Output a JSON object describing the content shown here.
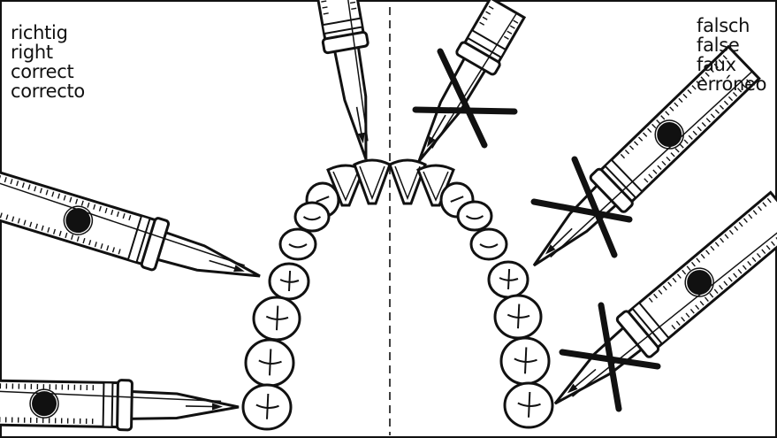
{
  "labels": {
    "correct": [
      "richtig",
      "right",
      "correct",
      "correcto"
    ],
    "wrong": [
      "falsch",
      "false",
      "faux",
      "erróneo"
    ]
  },
  "colors": {
    "ink": "#111111",
    "paper": "#ffffff"
  }
}
